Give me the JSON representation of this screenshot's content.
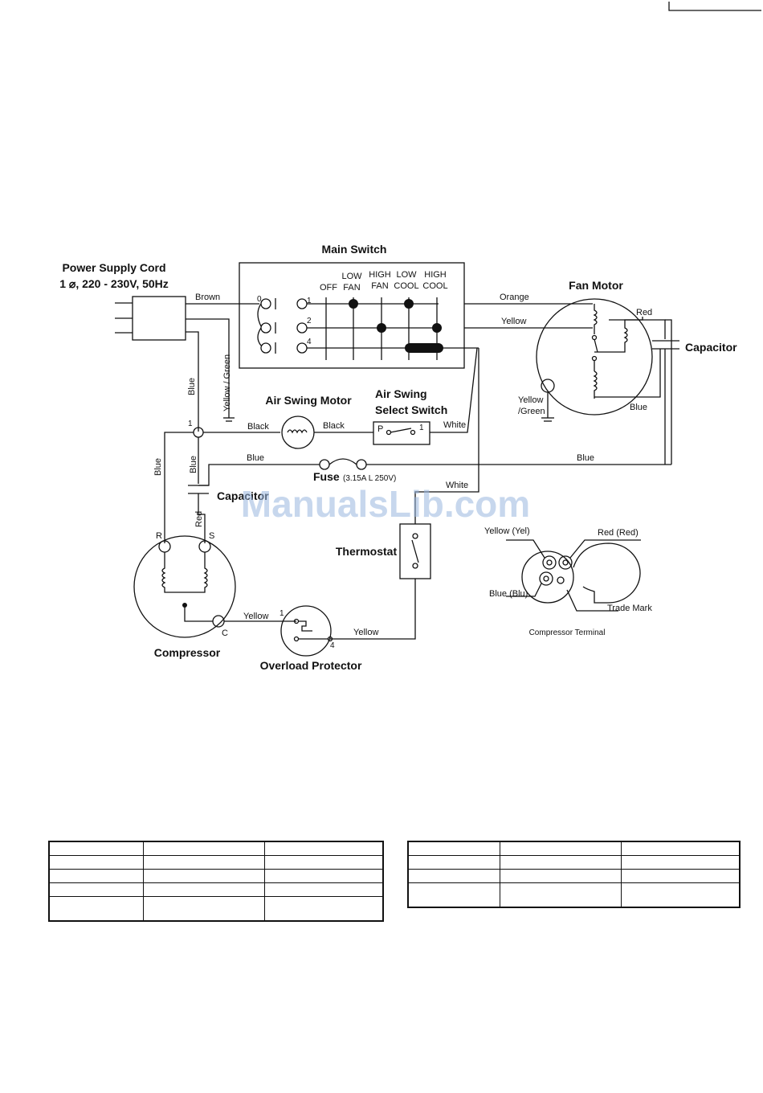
{
  "power_supply": {
    "title": "Power Supply Cord",
    "rating": "1 ⌀, 220 - 230V, 50Hz"
  },
  "main_switch": {
    "title": "Main Switch",
    "positions": [
      {
        "line1": "",
        "line2": "OFF"
      },
      {
        "line1": "LOW",
        "line2": "FAN"
      },
      {
        "line1": "HIGH",
        "line2": "FAN"
      },
      {
        "line1": "LOW",
        "line2": "COOL"
      },
      {
        "line1": "HIGH",
        "line2": "COOL"
      }
    ],
    "terminals": [
      "0",
      "1",
      "2",
      "4"
    ]
  },
  "fan_motor": {
    "title": "Fan Motor",
    "ground_label_1": "Yellow",
    "ground_label_2": "/Green"
  },
  "capacitor_fan": {
    "title": "Capacitor"
  },
  "air_swing_motor": {
    "title": "Air Swing Motor"
  },
  "air_swing_switch": {
    "title_1": "Air Swing",
    "title_2": "Select Switch",
    "pin_p": "P",
    "pin_1": "1"
  },
  "fuse": {
    "title": "Fuse",
    "rating": "(3.15A L 250V)"
  },
  "capacitor_comp": {
    "title": "Capacitor"
  },
  "thermostat": {
    "title": "Thermostat"
  },
  "compressor": {
    "title": "Compressor",
    "pin_r": "R",
    "pin_s": "S",
    "pin_c": "C"
  },
  "overload": {
    "title": "Overload Protector",
    "pin_1": "1",
    "pin_4": "4"
  },
  "junction": {
    "label": "1"
  },
  "wires": {
    "brown": "Brown",
    "orange": "Orange",
    "yellow_fan": "Yellow",
    "red_fan": "Red",
    "blue_fan": "Blue",
    "blue_v1": "Blue",
    "yellow_green": "Yellow / Green",
    "black_left": "Black",
    "black_right": "Black",
    "white_switch": "White",
    "blue_fuse_left": "Blue",
    "blue_fuse_right": "Blue",
    "blue_v2": "Blue",
    "blue_v3": "Blue",
    "red_comp": "Red",
    "white_thermo": "White",
    "yellow_comp": "Yellow",
    "yellow_thermo": "Yellow"
  },
  "compressor_terminal": {
    "title": "Compressor Terminal",
    "yellow": "Yellow (Yel)",
    "red": "Red (Red)",
    "blue": "Blue (Blu)",
    "trade_mark": "Trade Mark"
  },
  "watermark": "ManualsLib.com"
}
